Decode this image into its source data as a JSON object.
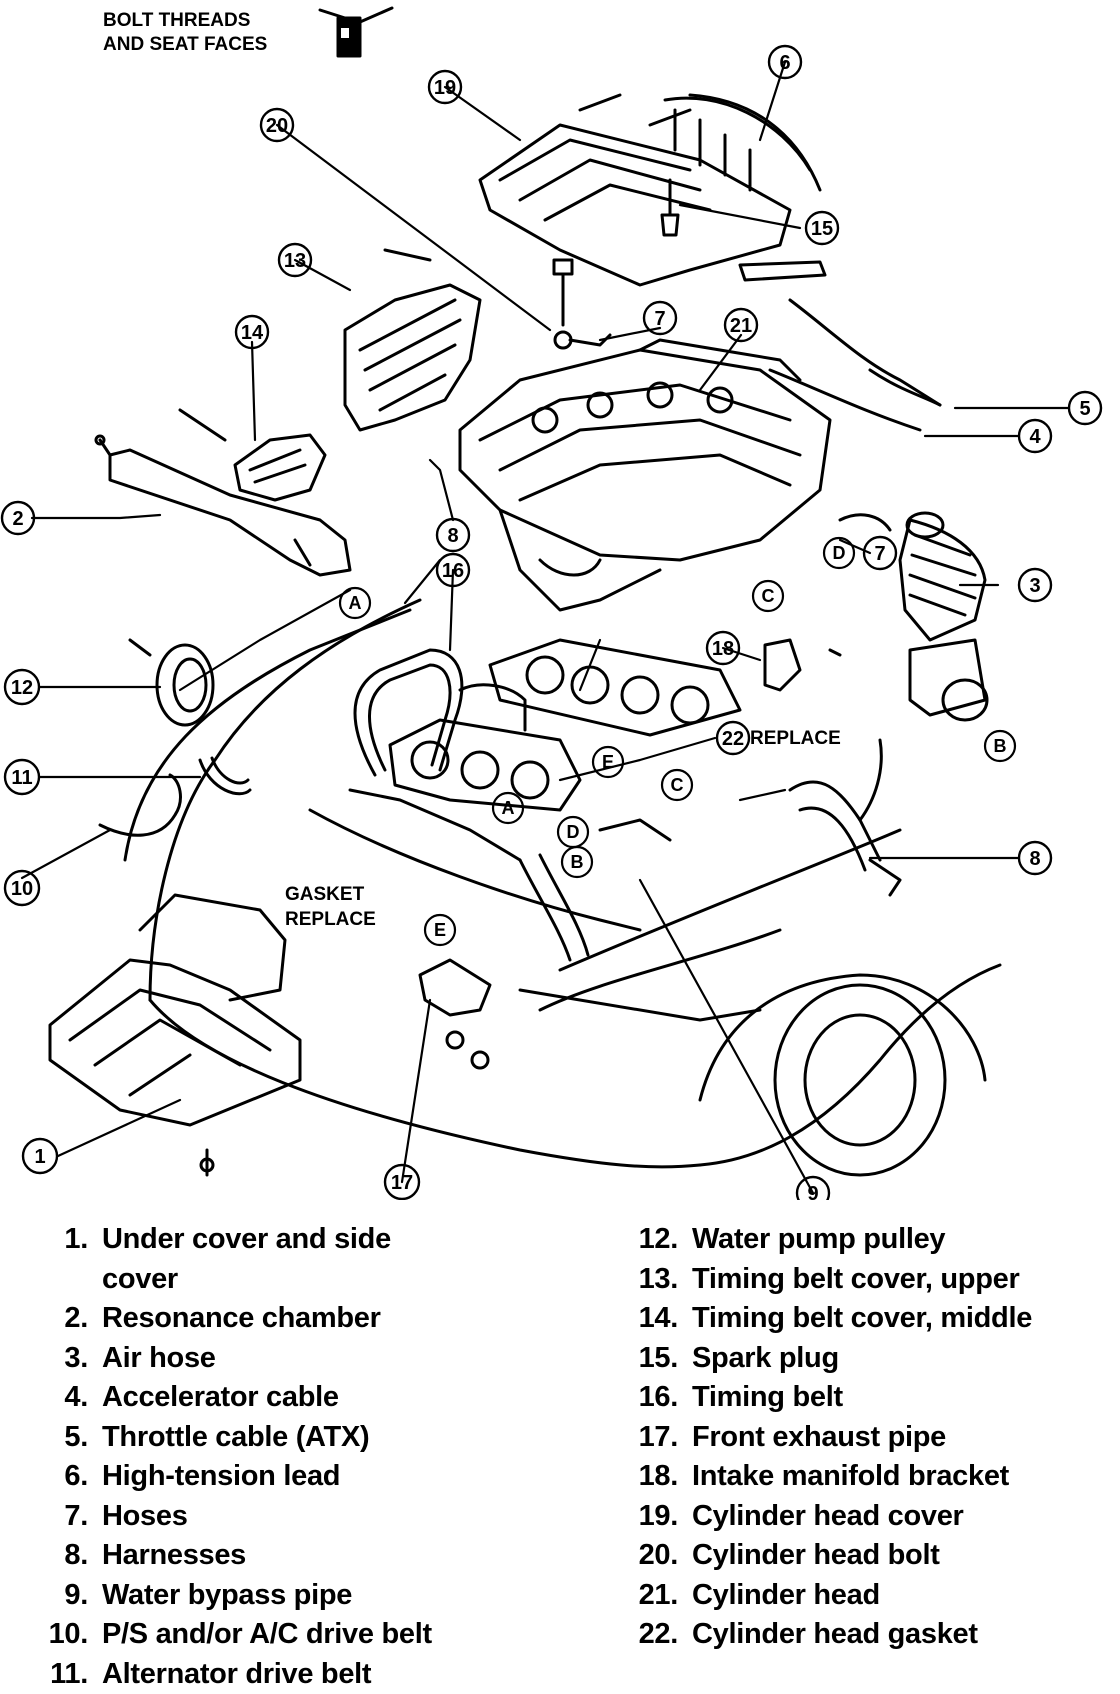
{
  "header_note": [
    "BOLT THREADS",
    "AND SEAT FACES"
  ],
  "notes": {
    "replace": "REPLACE",
    "gasket_replace": [
      "GASKET",
      "REPLACE"
    ]
  },
  "callouts": [
    "1",
    "2",
    "3",
    "4",
    "5",
    "6",
    "7",
    "7",
    "8",
    "8",
    "9",
    "10",
    "11",
    "12",
    "13",
    "14",
    "15",
    "16",
    "17",
    "18",
    "19",
    "20",
    "21",
    "22"
  ],
  "letters": [
    "A",
    "A",
    "B",
    "B",
    "C",
    "C",
    "D",
    "D",
    "E",
    "E"
  ],
  "legend_left": [
    {
      "num": "1.",
      "label": "Under cover and side cover"
    },
    {
      "num": "2.",
      "label": "Resonance chamber"
    },
    {
      "num": "3.",
      "label": "Air hose"
    },
    {
      "num": "4.",
      "label": "Accelerator cable"
    },
    {
      "num": "5.",
      "label": "Throttle cable (ATX)"
    },
    {
      "num": "6.",
      "label": "High-tension lead"
    },
    {
      "num": "7.",
      "label": "Hoses"
    },
    {
      "num": "8.",
      "label": "Harnesses"
    },
    {
      "num": "9.",
      "label": "Water bypass pipe"
    },
    {
      "num": "10.",
      "label": "P/S and/or A/C drive belt"
    },
    {
      "num": "11.",
      "label": "Alternator drive belt"
    }
  ],
  "legend_right": [
    {
      "num": "12.",
      "label": "Water pump pulley"
    },
    {
      "num": "13.",
      "label": "Timing belt cover, upper"
    },
    {
      "num": "14.",
      "label": "Timing belt cover, middle"
    },
    {
      "num": "15.",
      "label": "Spark plug"
    },
    {
      "num": "16.",
      "label": "Timing belt"
    },
    {
      "num": "17.",
      "label": "Front exhaust pipe"
    },
    {
      "num": "18.",
      "label": "Intake manifold bracket"
    },
    {
      "num": "19.",
      "label": "Cylinder head cover"
    },
    {
      "num": "20.",
      "label": "Cylinder head bolt"
    },
    {
      "num": "21.",
      "label": "Cylinder head"
    },
    {
      "num": "22.",
      "label": "Cylinder head gasket"
    }
  ]
}
